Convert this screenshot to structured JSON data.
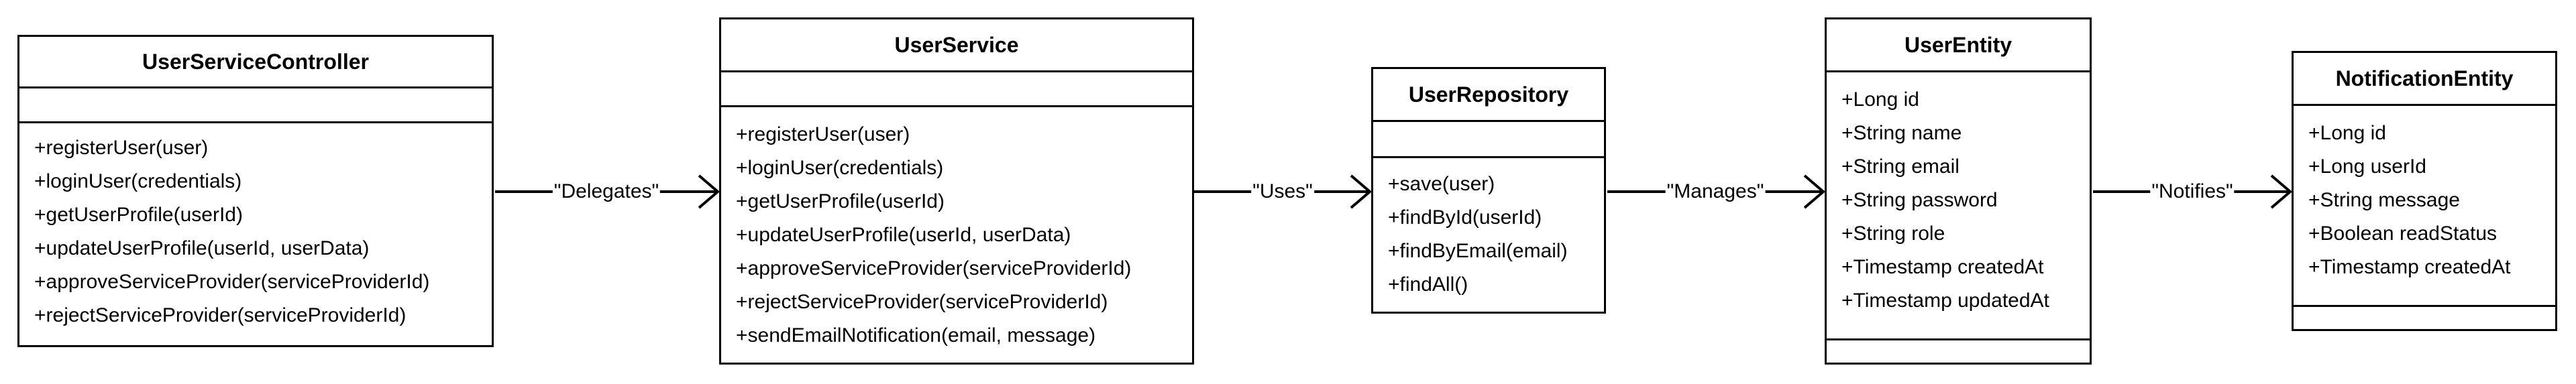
{
  "classes": {
    "controller": {
      "name": "UserServiceController",
      "attributes": [],
      "operations": [
        "+registerUser(user)",
        "+loginUser(credentials)",
        "+getUserProfile(userId)",
        "+updateUserProfile(userId, userData)",
        "+approveServiceProvider(serviceProviderId)",
        "+rejectServiceProvider(serviceProviderId)"
      ]
    },
    "service": {
      "name": "UserService",
      "attributes": [],
      "operations": [
        "+registerUser(user)",
        "+loginUser(credentials)",
        "+getUserProfile(userId)",
        "+updateUserProfile(userId, userData)",
        "+approveServiceProvider(serviceProviderId)",
        "+rejectServiceProvider(serviceProviderId)",
        "+sendEmailNotification(email, message)"
      ]
    },
    "repository": {
      "name": "UserRepository",
      "attributes": [],
      "operations": [
        "+save(user)",
        "+findById(userId)",
        "+findByEmail(email)",
        "+findAll()"
      ]
    },
    "user_entity": {
      "name": "UserEntity",
      "attributes": [
        "+Long id",
        "+String name",
        "+String email",
        "+String password",
        "+String role",
        "+Timestamp createdAt",
        "+Timestamp updatedAt"
      ],
      "operations": []
    },
    "notification_entity": {
      "name": "NotificationEntity",
      "attributes": [
        "+Long id",
        "+Long userId",
        "+String message",
        "+Boolean readStatus",
        "+Timestamp createdAt"
      ],
      "operations": []
    }
  },
  "relations": {
    "delegates": "\"Delegates\"",
    "uses": "\"Uses\"",
    "manages": "\"Manages\"",
    "notifies": "\"Notifies\""
  }
}
